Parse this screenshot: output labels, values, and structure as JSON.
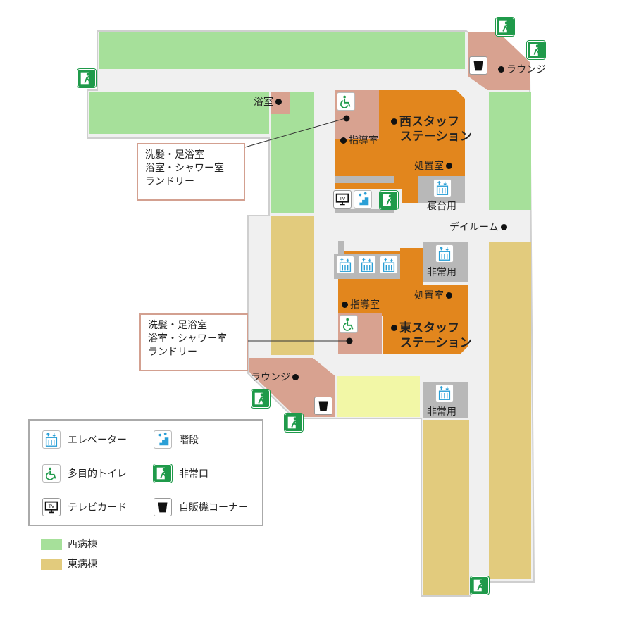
{
  "colors": {
    "west": "#a6e09a",
    "east": "#e2cb7d",
    "corridor": "#f0f0f0",
    "station": "#e2861d",
    "service": "#d8a290",
    "elevator_block": "#b8b8b8",
    "plaza": "#f2f7a6",
    "exit_green": "#1f9a4a",
    "elevator_blue": "#2a9fd6"
  },
  "labels": {
    "west_station_1": "西スタッフ",
    "west_station_2": "ステーション",
    "east_station_1": "東スタッフ",
    "east_station_2": "ステーション",
    "west_guidance": "指導室",
    "east_guidance": "指導室",
    "west_treatment": "処置室",
    "east_treatment": "処置室",
    "bath": "浴室",
    "lounge_ne": "ラウンジ",
    "lounge_sw": "ラウンジ",
    "dayroom": "デイルーム",
    "bed_elevator": "寝台用",
    "emergency_1": "非常用",
    "emergency_2": "非常用"
  },
  "callouts": [
    {
      "lines": [
        "洗髪・足浴室",
        "浴室・シャワー室",
        "ランドリー"
      ]
    },
    {
      "lines": [
        "洗髪・足浴室",
        "浴室・シャワー室",
        "ランドリー"
      ]
    }
  ],
  "legend": {
    "elevator": "エレベーター",
    "stairs": "階段",
    "toilet": "多目的トイレ",
    "exit": "非常口",
    "tvcard": "テレビカード",
    "vending": "自販機コーナー"
  },
  "wards": {
    "west": "西病棟",
    "east": "東病棟"
  },
  "icon_names": [
    "emergency-exit-icon",
    "elevator-icon",
    "stairs-icon",
    "accessible-toilet-icon",
    "tv-card-icon",
    "vending-cup-icon"
  ]
}
